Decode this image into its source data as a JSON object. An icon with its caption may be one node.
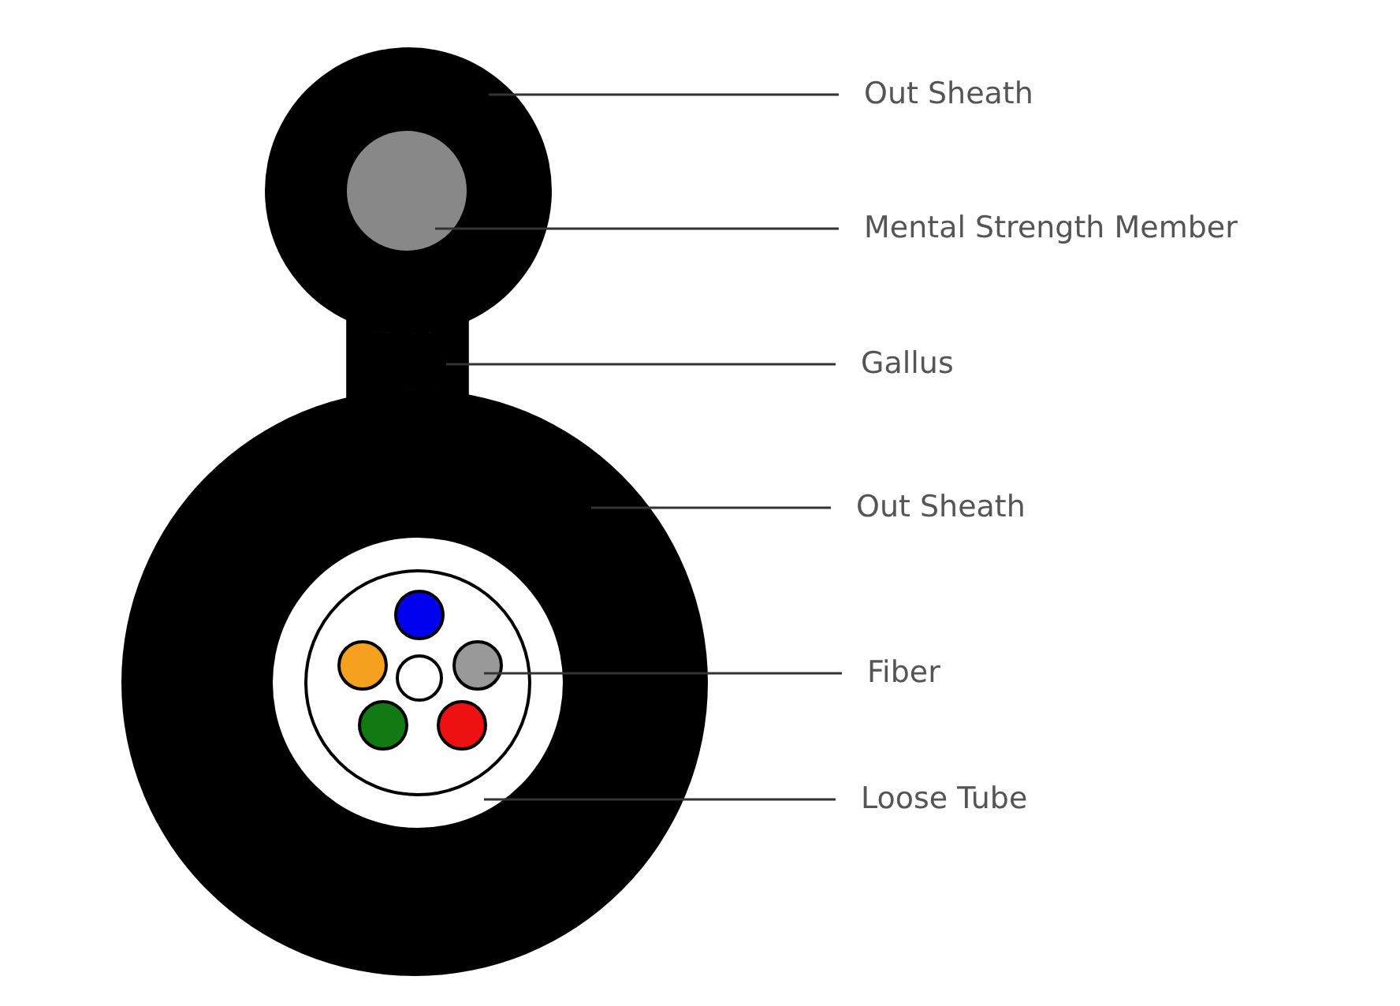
{
  "diagram": {
    "nodes": [
      {
        "text": [],
        "shape": "circle"
      },
      {
        "text": [],
        "shape": "circle",
        "in": 0
      },
      {
        "text": [],
        "shape": "box"
      },
      {
        "text": [],
        "shape": "circle"
      },
      {
        "text": [],
        "shape": "circle",
        "in": 3
      },
      {
        "text": [],
        "shape": "circle",
        "in": 4
      },
      {
        "text": [
          "Out Sheath"
        ]
      },
      {
        "text": [
          "Mental Strength Member"
        ]
      },
      {
        "text": [
          "Gallus"
        ]
      },
      {
        "text": [
          "Out Sheath"
        ]
      },
      {
        "text": [
          "Fiber"
        ]
      },
      {
        "text": [
          "Loose Tube"
        ]
      }
    ],
    "edges": [
      {
        "from": 6,
        "to": 0,
        "arrow": "none"
      },
      {
        "from": 7,
        "to": 1,
        "arrow": "none"
      },
      {
        "from": 8,
        "to": 2,
        "arrow": "none"
      },
      {
        "from": 9,
        "to": 3,
        "arrow": "none"
      },
      {
        "from": 10,
        "to": 5,
        "arrow": "none"
      },
      {
        "from": 11,
        "to": 4,
        "arrow": "none"
      }
    ]
  }
}
